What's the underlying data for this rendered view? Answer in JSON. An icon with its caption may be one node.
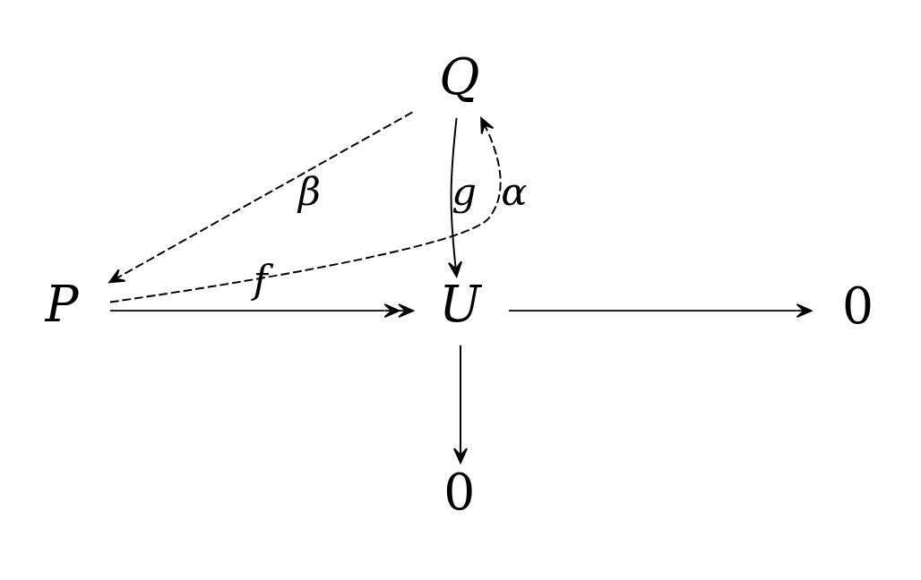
{
  "diagram": {
    "nodes": [
      {
        "text": [
          "Q"
        ]
      },
      {
        "text": [
          "P"
        ]
      },
      {
        "text": [
          "U"
        ]
      },
      {
        "text": [
          "0"
        ]
      },
      {
        "text": [
          "0"
        ]
      }
    ],
    "edges": [
      {
        "from": 1,
        "to": 0,
        "arrow": "to",
        "label": "α",
        "style": "dashed"
      },
      {
        "from": 0,
        "to": 1,
        "arrow": "to",
        "label": "β",
        "style": "dashed"
      },
      {
        "from": 1,
        "to": 2,
        "arrow": "to",
        "label": "f"
      },
      {
        "from": 0,
        "to": 2,
        "arrow": "to",
        "label": "g"
      },
      {
        "from": 2,
        "to": 3,
        "arrow": "to"
      },
      {
        "from": 2,
        "to": 4,
        "arrow": "to"
      }
    ]
  }
}
